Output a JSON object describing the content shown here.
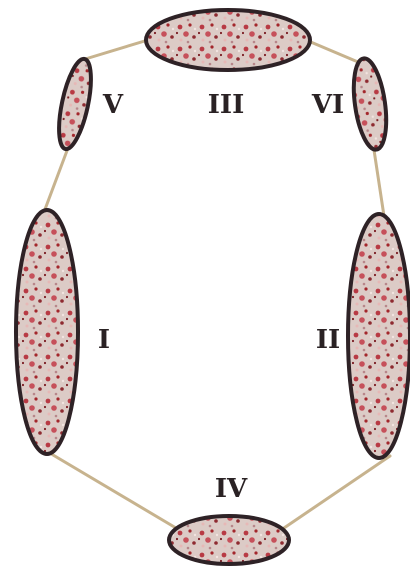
{
  "labels": {
    "I": "I",
    "II": "II",
    "III": "III",
    "IV": "IV",
    "V": "V",
    "VI": "VI"
  },
  "colors": {
    "connector": "#c7b38e",
    "outline": "#2e2226",
    "tissue_base": "#dccbc6",
    "stain_dark": "#a3262b",
    "stain_mid": "#c6505a",
    "stain_light": "#e6b8b6",
    "label_text": "#2a2224"
  }
}
